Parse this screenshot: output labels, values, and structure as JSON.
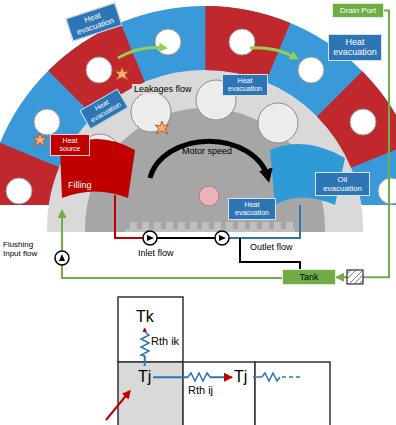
{
  "diagram": {
    "nodes": [
      {
        "text": [
          "Heat evacuation"
        ]
      },
      {
        "text": [
          "Drain Port"
        ]
      },
      {
        "text": [
          "Heat evacuation"
        ]
      },
      {
        "text": [
          "Heat evacuation"
        ]
      },
      {
        "text": [
          "Heat evacuation"
        ]
      },
      {
        "text": [
          "Heat source"
        ]
      },
      {
        "text": [
          "Oil evacuation"
        ]
      },
      {
        "text": [
          "Heat evacuation"
        ]
      },
      {
        "text": [
          "Tank"
        ]
      },
      {
        "text": [
          "Tk"
        ]
      },
      {
        "text": [
          "Tj"
        ]
      },
      {
        "text": [
          "Tj"
        ]
      }
    ],
    "edges": [
      {
        "from": 1,
        "to": 8,
        "arrow": "to"
      },
      {
        "from": 10,
        "to": 9,
        "label": "Rth ik",
        "arrow": "to"
      },
      {
        "from": 10,
        "to": 11,
        "label": "Rth ij",
        "arrow": "to"
      }
    ],
    "labels": [
      "Leakages flow",
      "Motor speed",
      "Filling",
      "Inlet flow",
      "Outlet flow",
      "Flushing Input flow"
    ]
  }
}
